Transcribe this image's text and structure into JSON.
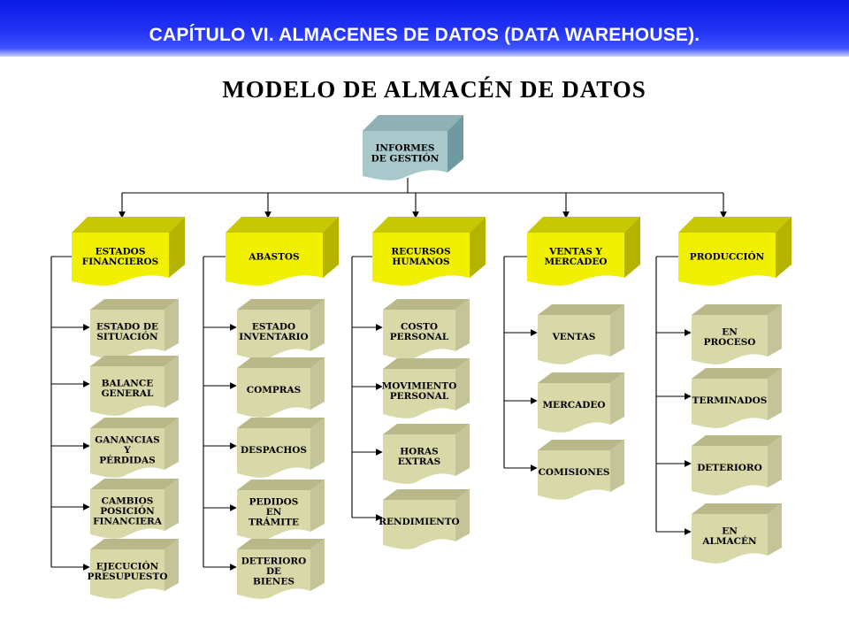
{
  "header": {
    "title": "CAPÍTULO VI. ALMACENES DE DATOS (DATA WAREHOUSE)."
  },
  "diagram": {
    "title": "MODELO DE ALMACÉN DE DATOS",
    "root": {
      "label": [
        "INFORMES",
        "DE GESTIÓN"
      ]
    },
    "colors": {
      "root_front": "#a9c8cc",
      "root_top": "#8fb1b6",
      "root_side": "#6f9aa0",
      "category_front": "#f0f000",
      "category_top": "#c8c800",
      "category_side": "#b4b400",
      "leaf_front": "#d8d8a8",
      "leaf_top": "#b8b888",
      "leaf_side": "#c4c498",
      "connector": "#000000"
    },
    "categories": [
      {
        "label": [
          "ESTADOS",
          "FINANCIEROS"
        ],
        "items": [
          [
            "ESTADO DE",
            "SITUACIÓN"
          ],
          [
            "BALANCE",
            "GENERAL"
          ],
          [
            "GANANCIAS",
            "Y",
            "PÉRDIDAS"
          ],
          [
            "CAMBIOS",
            "POSICIÓN",
            "FINANCIERA"
          ],
          [
            "EJECUCIÓN",
            "PRESUPUESTO"
          ]
        ]
      },
      {
        "label": [
          "ABASTOS"
        ],
        "items": [
          [
            "ESTADO",
            "INVENTARIO"
          ],
          [
            "COMPRAS"
          ],
          [
            "DESPACHOS"
          ],
          [
            "PEDIDOS",
            "EN",
            "TRÁMITE"
          ],
          [
            "DETERIORO",
            "DE",
            "BIENES"
          ]
        ]
      },
      {
        "label": [
          "RECURSOS",
          "HUMANOS"
        ],
        "items": [
          [
            "COSTO",
            "PERSONAL"
          ],
          [
            "MOVIMIENTO",
            "PERSONAL"
          ],
          [
            "HORAS",
            "EXTRAS"
          ],
          [
            "RENDIMIENTO"
          ]
        ]
      },
      {
        "label": [
          "VENTAS Y",
          "MERCADEO"
        ],
        "items": [
          [
            "VENTAS"
          ],
          [
            "MERCADEO"
          ],
          [
            "COMISIONES"
          ]
        ]
      },
      {
        "label": [
          "PRODUCCIÓN"
        ],
        "items": [
          [
            "EN",
            "PROCESO"
          ],
          [
            "TERMINADOS"
          ],
          [
            "DETERIORO"
          ],
          [
            "EN",
            "ALMACÉN"
          ]
        ]
      }
    ]
  }
}
